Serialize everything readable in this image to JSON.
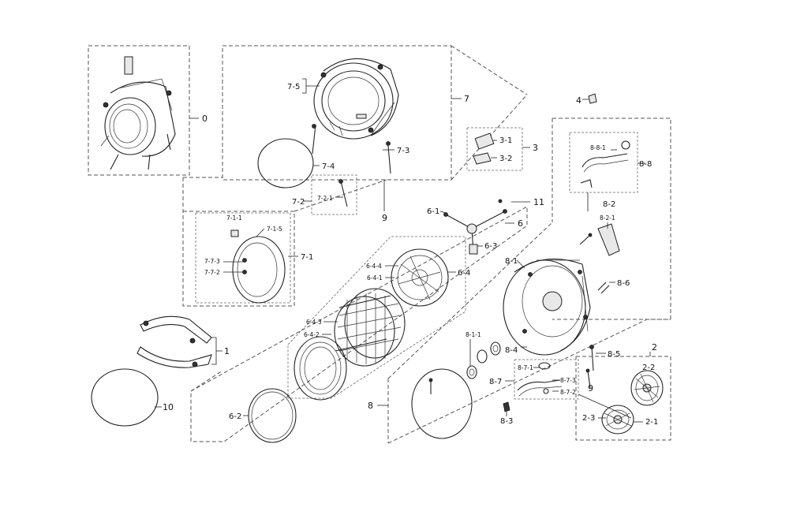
{
  "labels": {
    "l0": "0",
    "l1": "1",
    "l2": "2",
    "l2_1": "2-1",
    "l2_2": "2-2",
    "l2_3": "2-3",
    "l3": "3",
    "l3_1": "3-1",
    "l3_2": "3-2",
    "l4": "4",
    "l6": "6",
    "l6_1": "6-1",
    "l6_2": "6-2",
    "l6_3": "6-3",
    "l6_4": "6-4",
    "l6_4_1": "6-4-1",
    "l6_4_2": "6-4-2",
    "l6_4_3": "6-4-3",
    "l6_4_4": "6-4-4",
    "l7": "7",
    "l7_1": "7-1",
    "l7_1_1": "7-1-1",
    "l7_1_5": "7-1-5",
    "l7_2": "7-2",
    "l7_2_1": "7-2-1",
    "l7_3": "7-3",
    "l7_4": "7-4",
    "l7_5": "7-5",
    "l7_7_2": "7-7-2",
    "l7_7_3": "7-7-3",
    "l8": "8",
    "l8_1": "8-1",
    "l8_1_1": "8-1-1",
    "l8_2": "8-2",
    "l8_2_1": "8-2-1",
    "l8_3": "8-3",
    "l8_4": "8-4",
    "l8_5": "8-5",
    "l8_6": "8-6",
    "l8_7": "8-7",
    "l8_7_1": "8-7-1",
    "l8_7_2": "8-7-2",
    "l8_7_3": "8-7-3",
    "l8_8": "8-8",
    "l8_8_1": "8-8-1",
    "l9a": "9",
    "l9b": "9",
    "l10": "10",
    "l11": "11"
  },
  "colors": {
    "line": "#222222",
    "background": "#ffffff"
  }
}
